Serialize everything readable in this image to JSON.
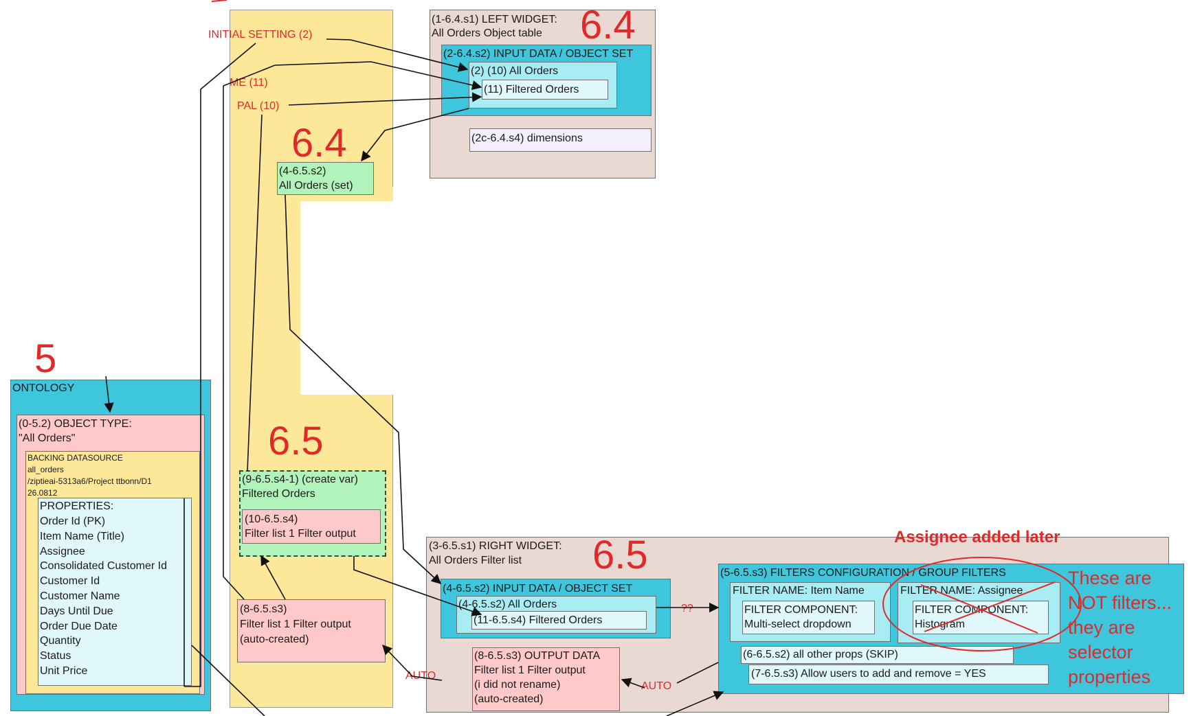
{
  "section_numbers": {
    "ontology": "5",
    "left_top": "6.4",
    "middle_top": "6.4",
    "middle_bottom": "6.5",
    "right_bottom": "6.5"
  },
  "ontology": {
    "title": "ONTOLOGY",
    "object_type": {
      "line1": "(0-5.2) OBJECT TYPE:",
      "line2": "\"All Orders\""
    },
    "datasource": {
      "line1": "BACKING DATASOURCE",
      "line2": "all_orders",
      "line3": "/ziptieai-5313a6/Project ttbonn/D1",
      "line4": "26.0812"
    },
    "properties": {
      "title": "PROPERTIES:",
      "items": [
        "Order Id (PK)",
        "Item Name (Title)",
        "Assignee",
        "Consolidated Customer Id",
        "Customer Id",
        "Customer Name",
        "Days Until Due",
        "Order Due Date",
        "Quantity",
        "Status",
        "Unit Price"
      ]
    }
  },
  "variables": {
    "labels": {
      "initial": "INITIAL SETTING (2)",
      "me": "ME (11)",
      "pal": "PAL (10)"
    },
    "all_orders_set": {
      "line1": "(4-6.5.s2)",
      "line2": "All Orders (set)"
    },
    "create_var": {
      "line1": "(9-6.5.s4-1) (create var)",
      "line2": "Filtered Orders"
    },
    "filter_output": {
      "line1": "(10-6.5.s4)",
      "line2": "Filter list 1 Filter output"
    },
    "auto_created": {
      "line1": "(8-6.5.s3)",
      "line2": "Filter list 1 Filter output",
      "line3": "(auto-created)"
    }
  },
  "left_widget": {
    "line1": "(1-6.4.s1) LEFT WIDGET:",
    "line2": "All Orders Object table",
    "input_title": "(2-6.4.s2) INPUT DATA / OBJECT SET",
    "all_orders": "(2) (10) All Orders",
    "filtered": "(11) Filtered Orders",
    "dimensions": "(2c-6.4.s4) dimensions"
  },
  "right_widget": {
    "line1": "(3-6.5.s1) RIGHT WIDGET:",
    "line2": "All Orders Filter list",
    "input_title": "(4-6.5.s2) INPUT DATA / OBJECT SET",
    "all_orders": "(4-6.5.s2) All Orders",
    "filtered": "(11-6.5.s4) Filtered Orders",
    "qq": "??",
    "output": {
      "line1": "(8-6.5.s3) OUTPUT DATA",
      "line2": "Filter list 1 Filter output",
      "line3": "(i did not rename)",
      "line4": "(auto-created)"
    },
    "auto1": "AUTO",
    "auto2": "AUTO",
    "filters": {
      "title": "(5-6.5.s3) FILTERS CONFIGURATION / GROUP FILTERS",
      "item_name": "FILTER NAME: Item Name",
      "multi_line1": "FILTER COMPONENT:",
      "multi_line2": "Multi-select dropdown",
      "assignee": "FILTER NAME: Assignee",
      "hist_line1": "FILTER COMPONENT:",
      "hist_line2": "Histogram",
      "other_props": "(6-6.5.s2) all other props (SKIP)",
      "allow_users": "(7-6.5.s3) Allow users to add and remove = YES"
    },
    "assignee_note": "Assignee added later",
    "side_note": [
      "These are",
      "NOT filters...",
      "they are",
      "selector",
      "properties"
    ]
  },
  "colors": {
    "teal": "#3ec6dc",
    "light_teal": "#a8ecf4",
    "pink": "#ffc9c9",
    "yellow": "#fde89a",
    "green": "#b2f2bb",
    "tan": "#ead9d2",
    "red": "#e02a2a"
  }
}
